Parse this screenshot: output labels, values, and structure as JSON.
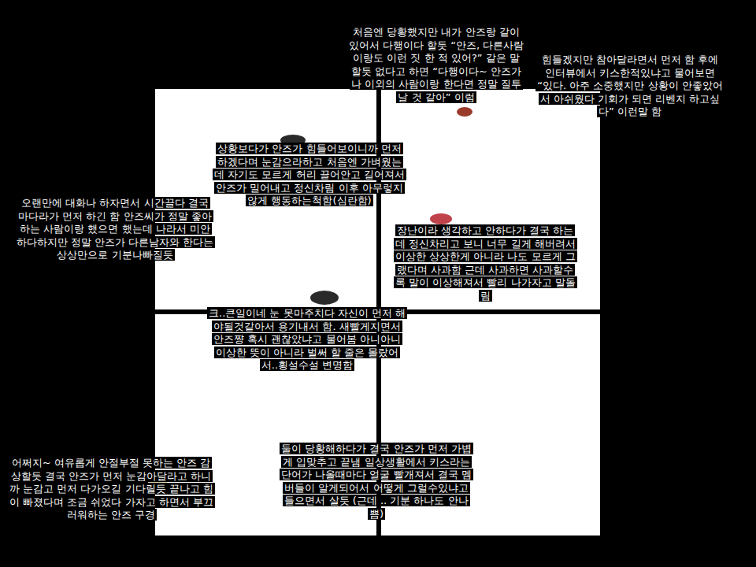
{
  "diagram": {
    "labels": [
      "처음엔 당황했지만 내가 안즈랑 같이 있어서 다행이다 할듯 “안즈, 다른사람이랑도 이런 짓 한 적 있어?” 같은 말 할듯 없다고 하면 “다행이다~ 안즈가 나 이외의 사람이랑 한다면 정말 질투날 것 같아” 이럼",
      "힘들겠지만 참아달라면서 먼저 함 후에 인터뷰에서 키스한적있냐고 물어보면 “있다. 아주 소중했지만 상황이 안좋았어서 아쉬웠다 기회가 되면 리벤지 하고싶다” 이런말 함",
      "상황보다가 안즈가 힘들어보이니까 먼저 하겠다며 눈감으라하고 처음엔 가벼웠는데 자기도 모르게 허리 끌어안고 길어져서 안즈가 밀어내고 정신차림 이후 아무렇지않게 행동하는척함(심란함)",
      "오랜만에 대화나 하자면서 시간끌다 결국 마다라가 먼저 하긴 함 안즈씨가 정말 좋아하는 사람이랑 했으면 했는데 나라서 미안하다하지만 정말 안즈가 다른남자와 한다는 상상만으로 기분나빠질듯",
      "장난이라 생각하고 안하다가 결국 하는데 정신차리고 보니 너무 길게 해버려서 이상한 상상한게 아니라 나도 모르게 그랬다며 사과함 근데 사과하면 사과할수록 말이 이상해져서 빨리 나가자고 말돌림",
      "크..큰일이네 눈 못마주치다 자신이 먼저 해야될것같아서 용기내서 함. 새빨게지면서 안즈쨩 혹시 괜찮았냐고 물어봄 아니아니 이상한 뜻이 아니라 벌써 할 줄은 몰랐어서..횡설수설 변명함",
      "둘이 당황해하다가 결국 안즈가 먼저 가볍게 입맞추고 끝냄 일상생활에서 키스라는 단어가 나올때마다 얼굴 빨개져서 결국 멤버들이 알게되어서 어떻게 그럴수있냐고 들으면서 살듯 (근데 .. 기분 하나도 안나쁨)",
      "어쩌지~ 여유롭게 안절부절 못하는 안즈 감상할듯 결국 안즈가 먼저 눈감아달라고 하니까 눈감고 먼저 다가오길 기다릴듯 끝나고 힘이 빠졌다며 조금 쉬었다 가자고 하면서 부끄러워하는 안즈 구경"
    ]
  }
}
